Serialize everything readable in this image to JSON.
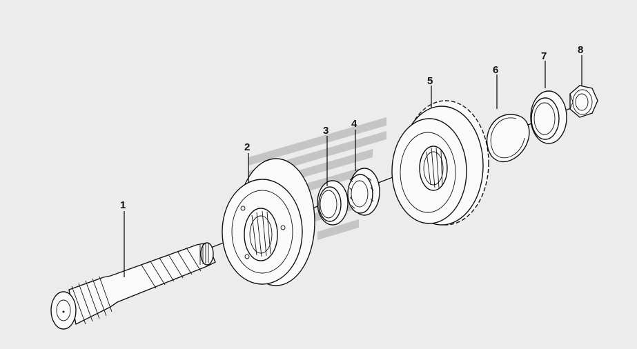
{
  "diagram": {
    "background_color": "#ececec",
    "line_color": "#111111",
    "watermark_color": "#b8b8b8",
    "callouts": [
      {
        "id": "1",
        "label": "1",
        "part": "splined-shaft"
      },
      {
        "id": "2",
        "label": "2",
        "part": "synchronizer-hub"
      },
      {
        "id": "3",
        "label": "3",
        "part": "spacer-ring"
      },
      {
        "id": "4",
        "label": "4",
        "part": "bearing"
      },
      {
        "id": "5",
        "label": "5",
        "part": "gear"
      },
      {
        "id": "6",
        "label": "6",
        "part": "snap-ring"
      },
      {
        "id": "7",
        "label": "7",
        "part": "washer"
      },
      {
        "id": "8",
        "label": "8",
        "part": "nut"
      }
    ]
  }
}
